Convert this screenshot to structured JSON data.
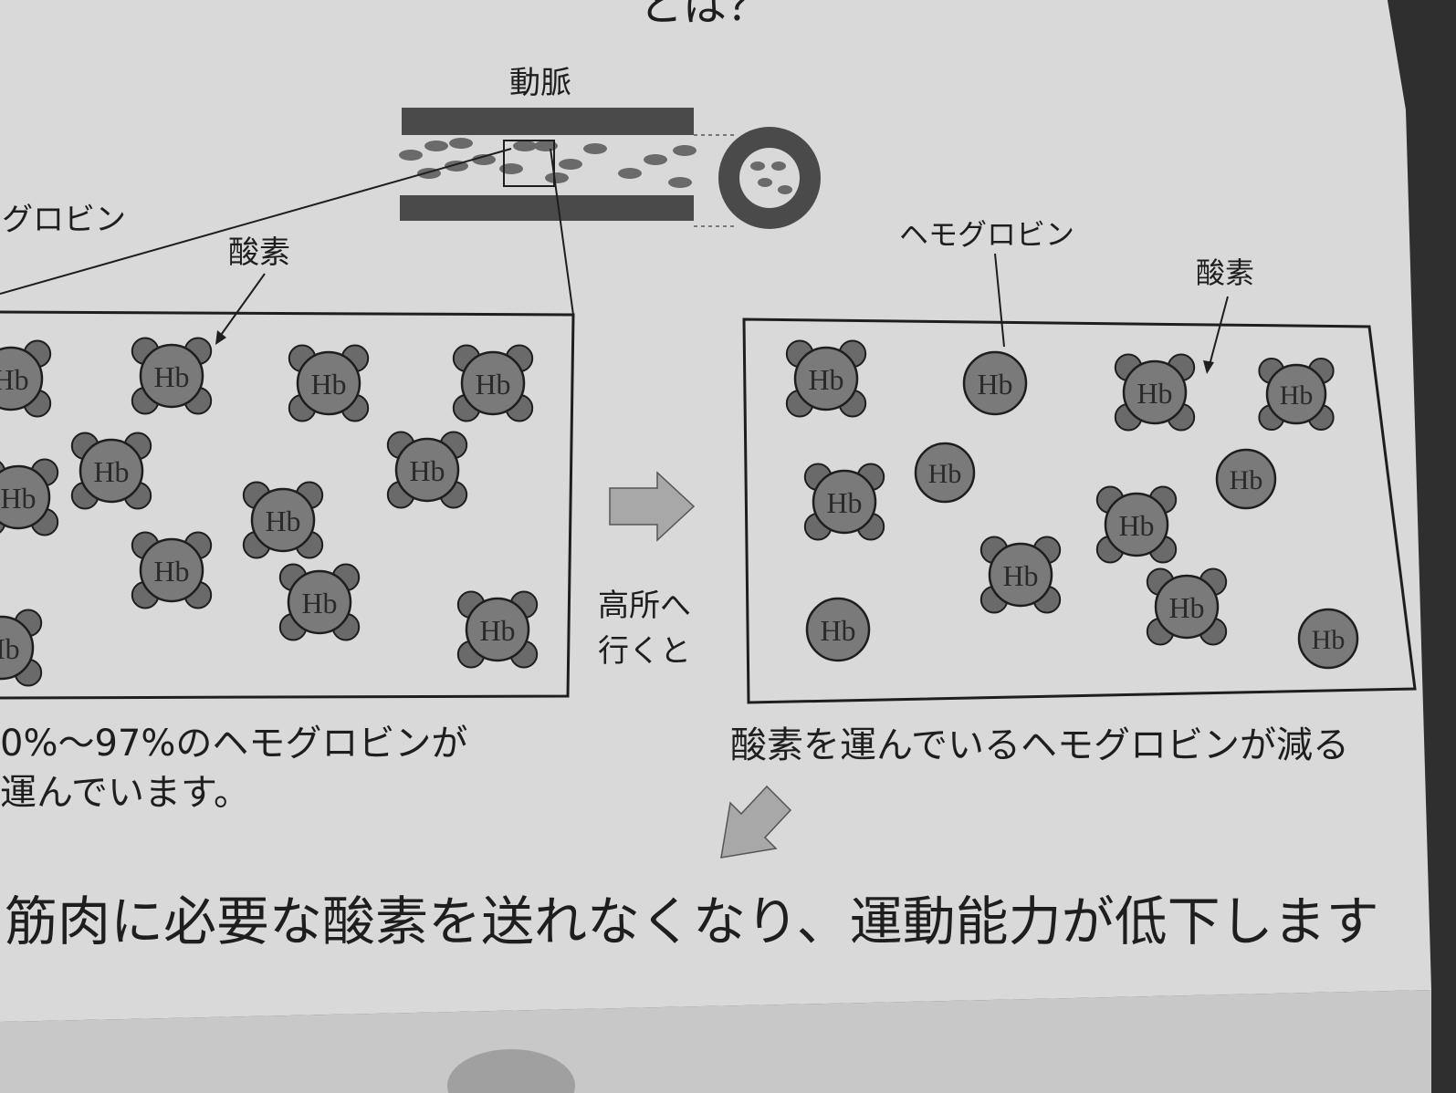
{
  "header_partial": "とは？",
  "artery_label": "動脈",
  "left_panel": {
    "hemoglobin_label": "グロビン",
    "oxygen_label": "酸素",
    "hb_label": "Hb",
    "caption_line1": "0%～97%のヘモグロビンが",
    "caption_line2": "運んでいます。"
  },
  "transition": {
    "label_line1": "高所へ",
    "label_line2": "行くと"
  },
  "right_panel": {
    "hemoglobin_label": "ヘモグロビン",
    "oxygen_label": "酸素",
    "hb_label": "Hb",
    "caption": "酸素を運んでいるヘモグロビンが減る"
  },
  "conclusion": "筋肉に必要な酸素を送れなくなり、運動能力が低下します",
  "colors": {
    "paper": "#d9d9d9",
    "ink": "#1e1e1e",
    "hb_fill": "#7a7a7a",
    "arrow_fill": "#a8a8a8",
    "shadow": "#3a3a3a"
  }
}
